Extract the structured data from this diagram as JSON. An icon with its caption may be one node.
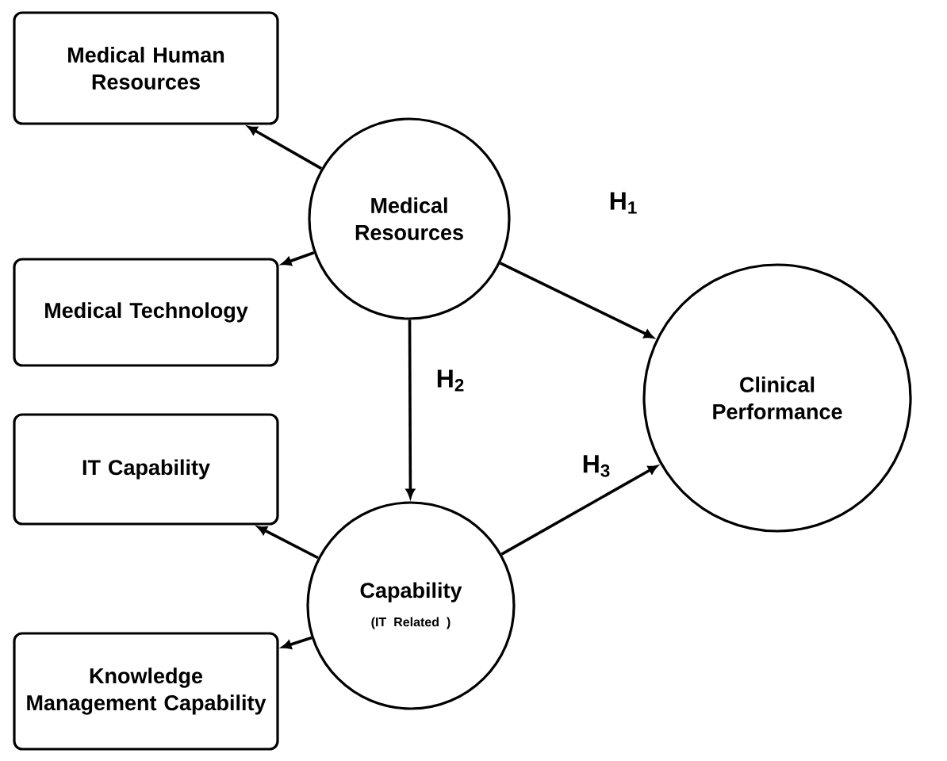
{
  "diagram": {
    "nodes": [
      {
        "text": [
          "Medical Human Resources"
        ]
      },
      {
        "text": [
          "Medical Resources"
        ]
      },
      {
        "text": [
          "Medical Technology"
        ]
      },
      {
        "text": [
          "IT Capability"
        ]
      },
      {
        "text": [
          "Capability",
          "(IT Related )"
        ]
      },
      {
        "text": [
          "Knowledge Management Capability"
        ]
      },
      {
        "text": [
          "Clinical Performance"
        ]
      }
    ],
    "edges": [
      {
        "from": 1,
        "to": 0,
        "arrow": "to"
      },
      {
        "from": 1,
        "to": 2,
        "arrow": "to"
      },
      {
        "from": 1,
        "to": 6,
        "arrow": "to",
        "label": "H$_{1}$"
      },
      {
        "from": 1,
        "to": 4,
        "arrow": "to",
        "label": "H$_{2}$"
      },
      {
        "from": 4,
        "to": 3,
        "arrow": "to"
      },
      {
        "from": 4,
        "to": 5,
        "arrow": "to"
      },
      {
        "from": 4,
        "to": 6,
        "arrow": "to",
        "label": "H$_{3}$"
      }
    ]
  }
}
